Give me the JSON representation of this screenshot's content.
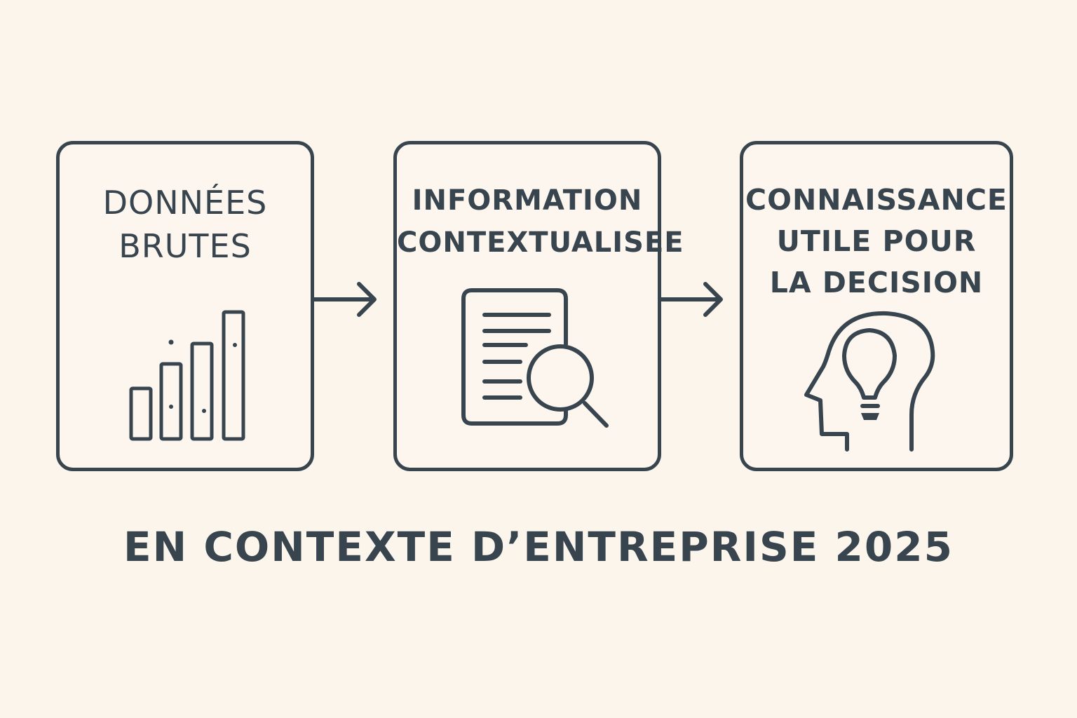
{
  "diagram": {
    "type": "flow",
    "stages": [
      {
        "id": "raw-data",
        "title": "DONNÉES\nBRUTES",
        "icon": "bar-chart-icon"
      },
      {
        "id": "information",
        "title": "INFORMATION\nCONTEXTUALISEE",
        "icon": "document-search-icon"
      },
      {
        "id": "knowledge",
        "title": "CONNAISSANCE\nUTILE POUR\nLA DECISION",
        "icon": "head-lightbulb-icon"
      }
    ],
    "connectors": [
      {
        "from": "raw-data",
        "to": "information",
        "icon": "arrow-right-icon"
      },
      {
        "from": "information",
        "to": "knowledge",
        "icon": "arrow-right-icon"
      }
    ],
    "caption": "EN CONTEXTE D’ENTREPRISE 2025"
  },
  "colors": {
    "background": "#fbf5ec",
    "stroke": "#38454f"
  }
}
